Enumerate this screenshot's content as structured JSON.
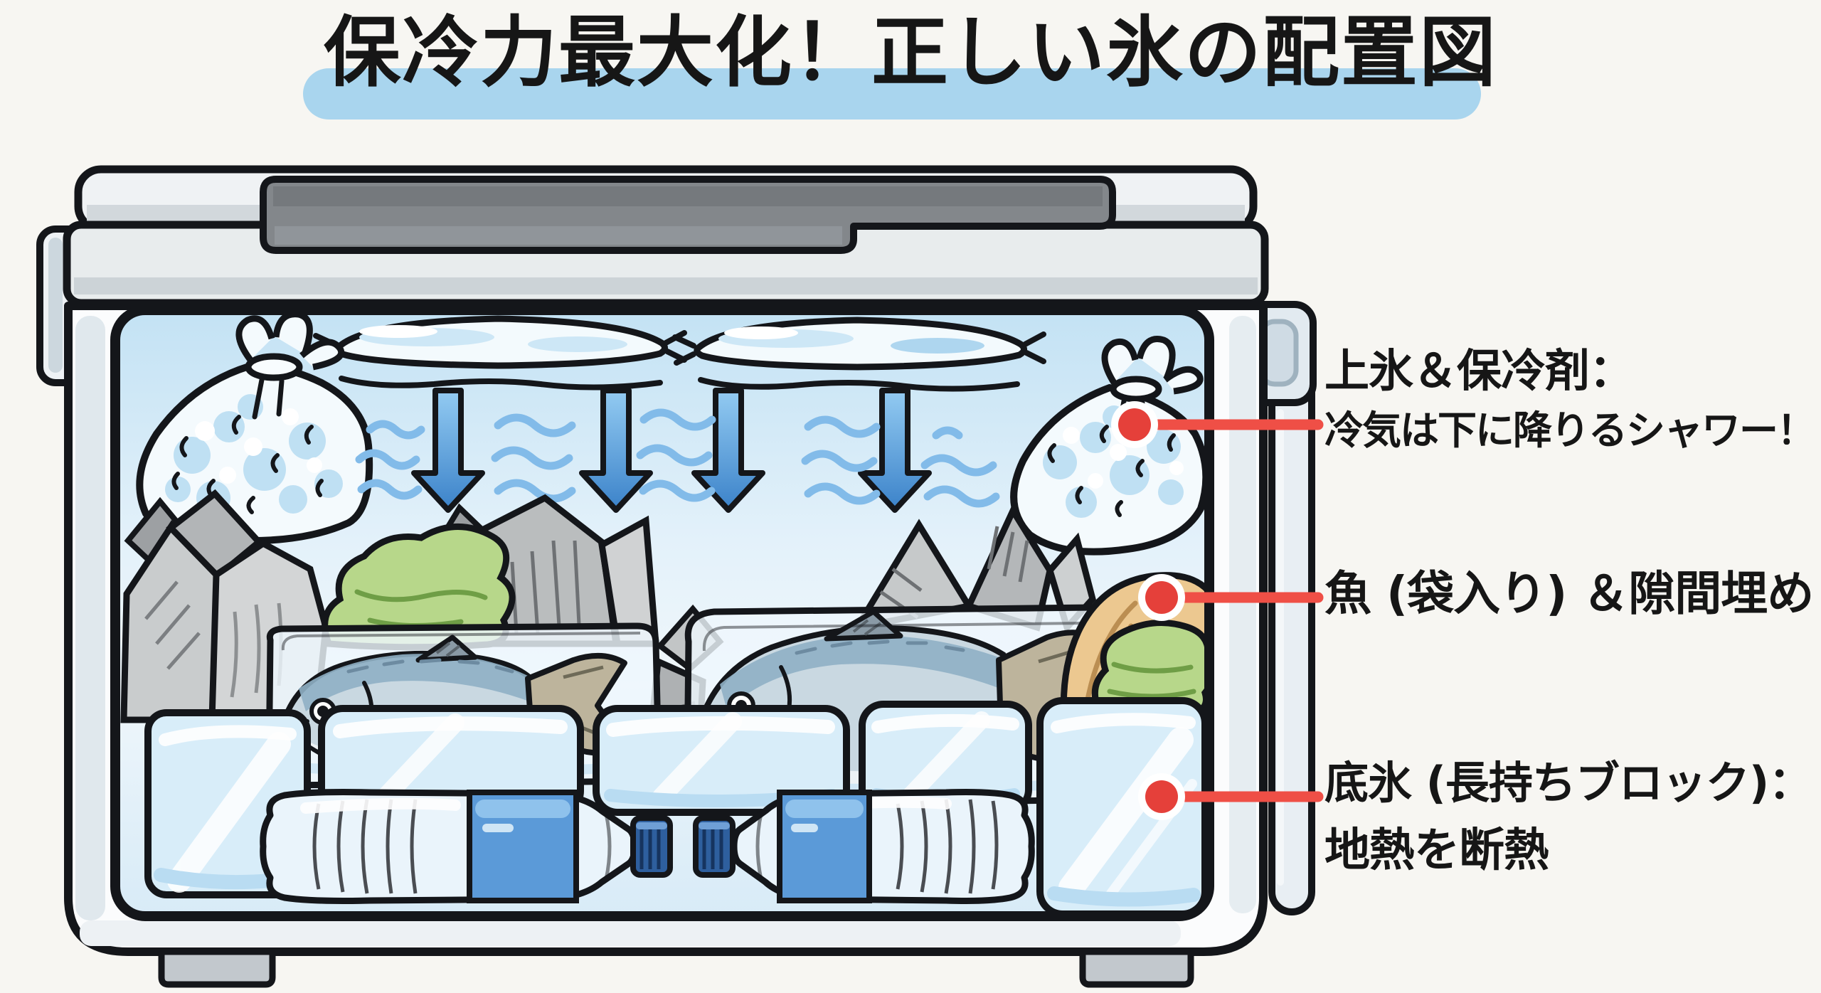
{
  "title": {
    "text": "保冷力最大化！正しい氷の配置図"
  },
  "callouts": [
    {
      "id": "top-ice",
      "heading": "上氷＆保冷剤：",
      "description": "冷気は下に降りるシャワー！"
    },
    {
      "id": "fish-layer",
      "heading": "魚 (袋入り) ＆隙間埋め",
      "description": ""
    },
    {
      "id": "bottom-ice",
      "heading": "底氷 (長持ちブロック)：",
      "description": "地熱を断熱"
    }
  ],
  "colors": {
    "background": "#f7f6f2",
    "title_highlight": "#a9d5ee",
    "callout_red": "#e5403a",
    "callout_line_red": "#ef4f46",
    "arrow_blue": "#4a90d9",
    "wave_blue": "#82bbe9",
    "interior_blue": "#c3e2f4",
    "bottle_label_blue": "#5b9ad8",
    "lid_gray": "#e8eced",
    "handle_dark_gray": "#83878b",
    "green_cloth": "#b7d78a",
    "tan_cloth": "#ecc890"
  },
  "illustration": {
    "parts": [
      "cooler-lid",
      "lid-handle",
      "side-handle-left",
      "side-handle-right",
      "ice-bag",
      "flat-ice-pack",
      "cold-air-arrow",
      "cold-air-waves",
      "crumpled-newspaper",
      "green-cloth",
      "tan-cloth",
      "fish-in-bag",
      "ice-block",
      "frozen-water-bottle",
      "callout-dot"
    ]
  }
}
